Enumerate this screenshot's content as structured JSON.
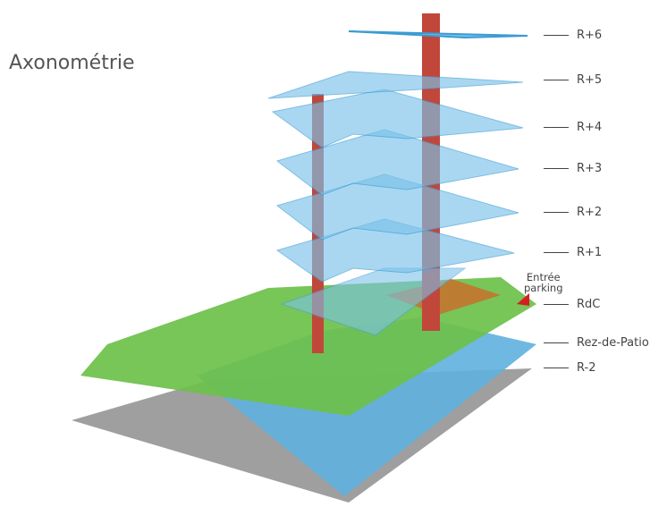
{
  "title": "Axonométrie",
  "levels": [
    "R+6",
    "R+5",
    "R+4",
    "R+3",
    "R+2",
    "R+1",
    "RdC",
    "Rez-de-Patio",
    "R-2"
  ],
  "annotation": {
    "line1": "Entrée",
    "line2": "parking"
  },
  "colors": {
    "slab": "#7cc3ea",
    "ground": "#6cc04a",
    "column": "#c0473a",
    "basement": "#9a9a9a",
    "parking": "#c8702c"
  }
}
